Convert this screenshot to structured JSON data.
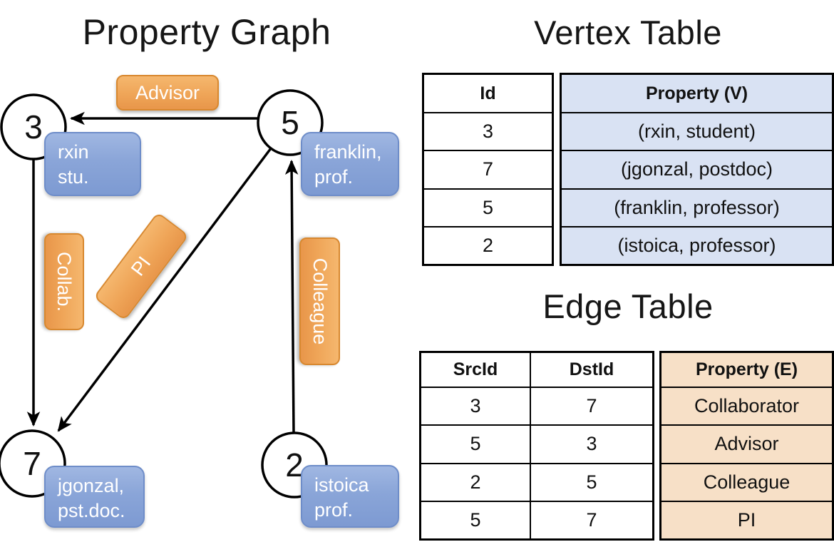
{
  "graph": {
    "title": "Property Graph",
    "nodes": [
      {
        "id": "3",
        "property": [
          "rxin",
          "stu."
        ]
      },
      {
        "id": "5",
        "property": [
          "franklin,",
          "prof."
        ]
      },
      {
        "id": "7",
        "property": [
          "jgonzal,",
          "pst.doc."
        ]
      },
      {
        "id": "2",
        "property": [
          "istoica",
          "prof."
        ]
      }
    ],
    "edges": [
      {
        "src": "5",
        "dst": "3",
        "label": "Advisor"
      },
      {
        "src": "3",
        "dst": "7",
        "label": "Collab."
      },
      {
        "src": "5",
        "dst": "7",
        "label": "PI"
      },
      {
        "src": "2",
        "dst": "5",
        "label": "Colleague"
      }
    ]
  },
  "vertex_table": {
    "title": "Vertex Table",
    "columns": [
      "Id",
      "Property (V)"
    ],
    "rows": [
      [
        "3",
        "(rxin, student)"
      ],
      [
        "7",
        "(jgonzal, postdoc)"
      ],
      [
        "5",
        "(franklin, professor)"
      ],
      [
        "2",
        "(istoica, professor)"
      ]
    ]
  },
  "edge_table": {
    "title": "Edge Table",
    "columns": [
      "SrcId",
      "DstId",
      "Property (E)"
    ],
    "rows": [
      [
        "3",
        "7",
        "Collaborator"
      ],
      [
        "5",
        "3",
        "Advisor"
      ],
      [
        "2",
        "5",
        "Colleague"
      ],
      [
        "5",
        "7",
        "PI"
      ]
    ]
  },
  "colors": {
    "edge_label_orange": "#EFA558",
    "node_label_blue": "#8AA5D8",
    "vertex_property_fill": "#D9E2F3",
    "edge_property_fill": "#F7E0C7",
    "line_black": "#000000"
  }
}
